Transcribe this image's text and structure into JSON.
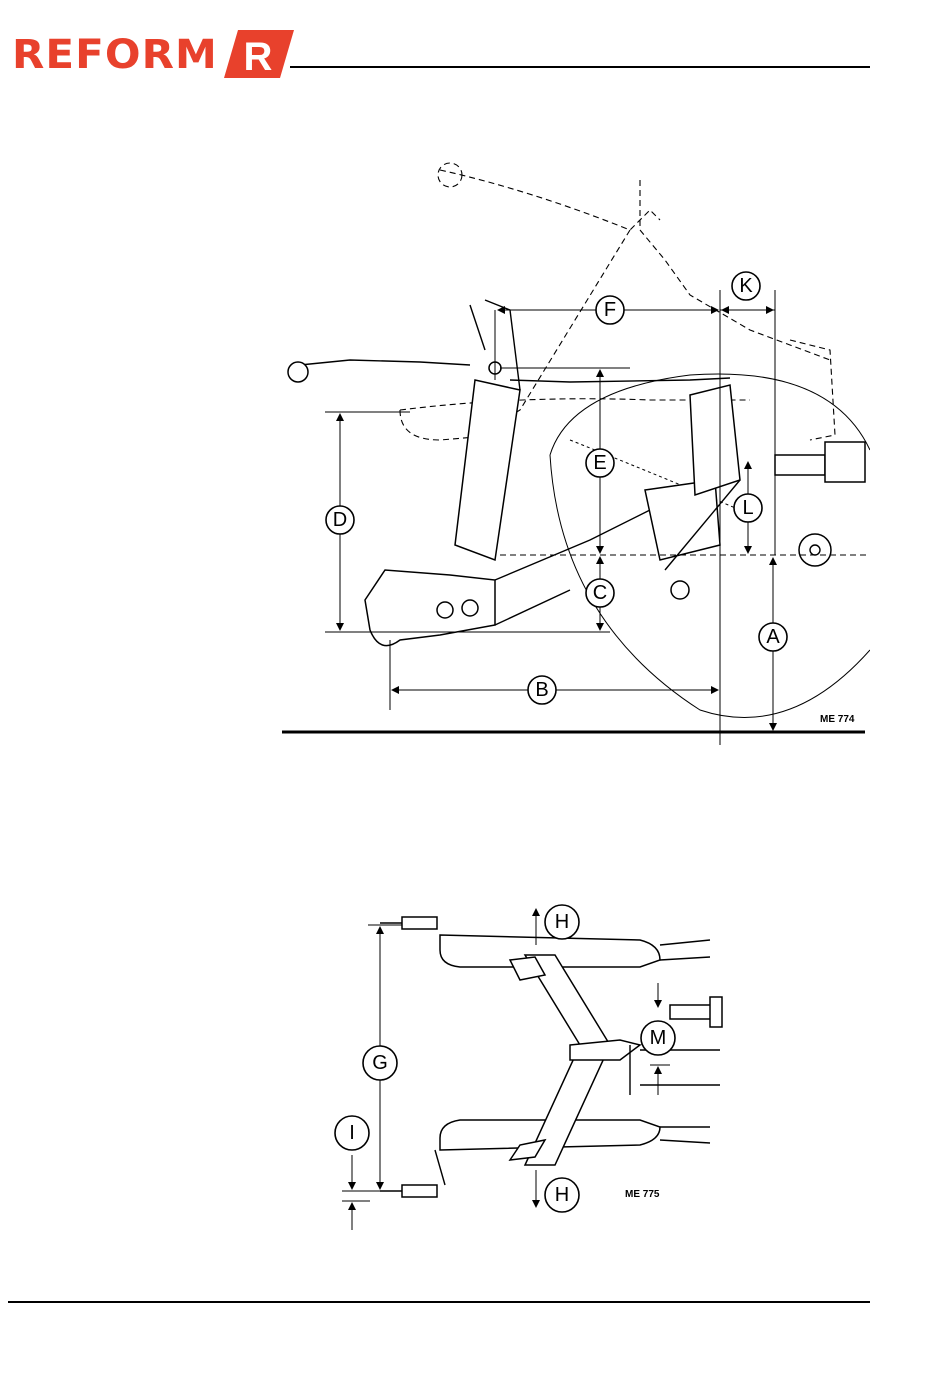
{
  "header": {
    "logo_text": "REFORM",
    "logo_badge_letter": "R",
    "brand_color": "#e8412c"
  },
  "figure1": {
    "caption": "ME 774",
    "labels": {
      "A": "A",
      "B": "B",
      "C": "C",
      "D": "D",
      "E": "E",
      "F": "F",
      "K": "K",
      "L": "L"
    }
  },
  "figure2": {
    "caption": "ME 775",
    "labels": {
      "G": "G",
      "H_top": "H",
      "H_bottom": "H",
      "I": "I",
      "M": "M"
    }
  }
}
